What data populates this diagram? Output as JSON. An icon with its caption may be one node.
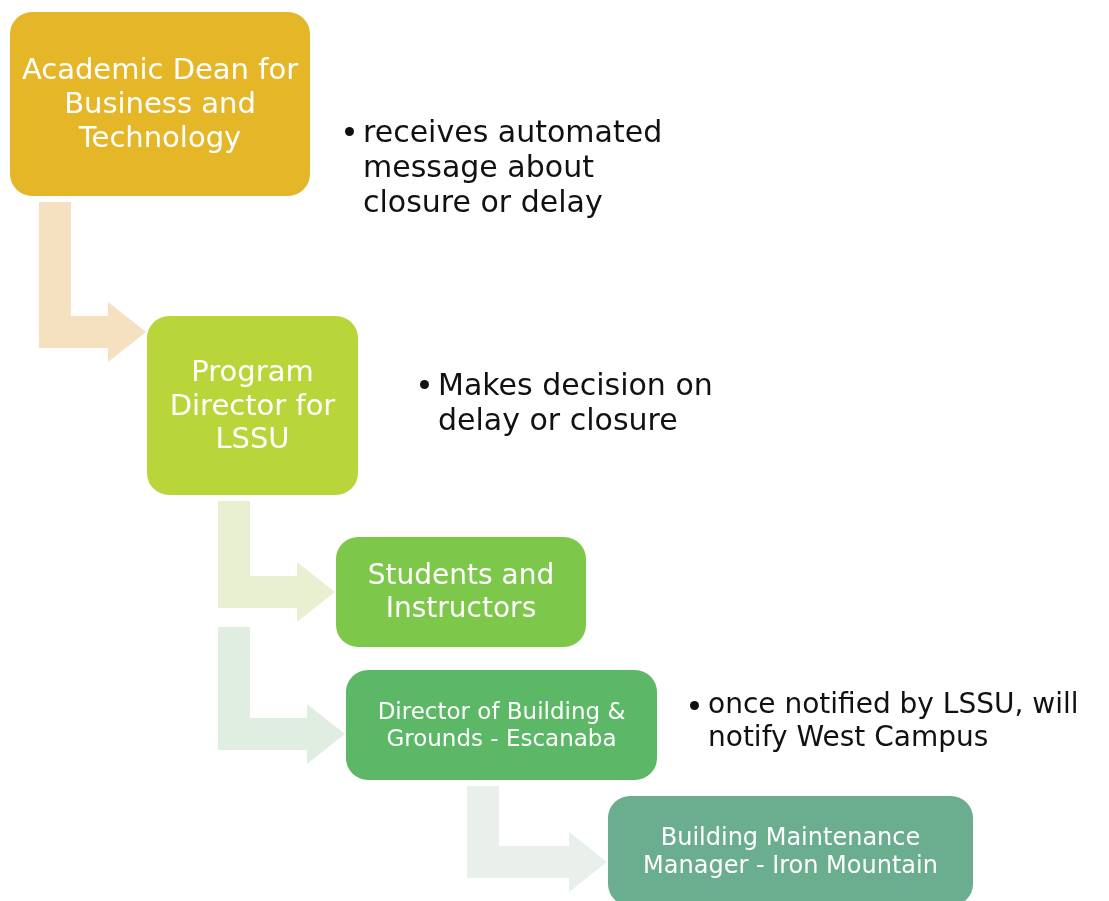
{
  "diagram": {
    "nodes": [
      {
        "text": [
          "Academic Dean for Business and Technology"
        ],
        "beside": [
          "receives automated message about closure or delay"
        ]
      },
      {
        "text": [
          "Program Director for LSSU"
        ],
        "beside": [
          "Makes decision on delay or closure"
        ]
      },
      {
        "text": [
          "Students and Instructors"
        ]
      },
      {
        "text": [
          "Director of Building & Grounds - Escanaba"
        ],
        "beside": [
          "once notified by LSSU, will notify West Campus"
        ]
      },
      {
        "text": [
          "Building Maintenance Manager - Iron Mountain"
        ]
      }
    ],
    "edges": [
      {
        "from": 0,
        "to": 1,
        "arrow": "to",
        "color": "#f5e1c0"
      },
      {
        "from": 1,
        "to": 2,
        "arrow": "to",
        "color": "#e9f0d2"
      },
      {
        "from": 2,
        "to": 3,
        "arrow": "to",
        "color": "#e0eee2"
      },
      {
        "from": 3,
        "to": 4,
        "arrow": "to",
        "color": "#e9efea"
      }
    ]
  }
}
